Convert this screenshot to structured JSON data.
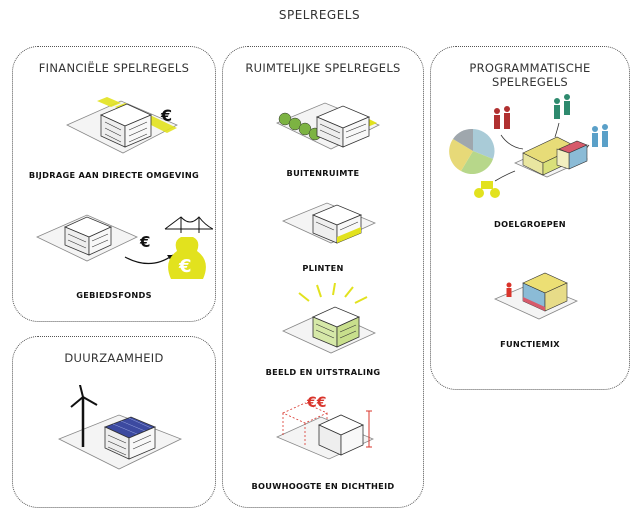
{
  "title": "SPELREGELS",
  "panels": {
    "financial": {
      "title": "FINANCIËLE SPELREGELS",
      "items": [
        "BIJDRAGE AAN DIRECTE OMGEVING",
        "GEBIEDSFONDS"
      ]
    },
    "sustainability": {
      "title": "DUURZAAMHEID"
    },
    "spatial": {
      "title": "RUIMTELIJKE SPELREGELS",
      "items": [
        "BUITENRUIMTE",
        "PLINTEN",
        "BEELD EN UITSTRALING",
        "BOUWHOOGTE EN DICHTHEID"
      ]
    },
    "programmatic": {
      "title": "PROGRAMMATISCHE SPELREGELS",
      "items": [
        "DOELGROEPEN",
        "FUNCTIEMIX"
      ]
    }
  },
  "symbols": {
    "euro": "€",
    "euro_pair": "€€"
  },
  "colors": {
    "accent_yellow": "#e2e21e",
    "accent_red": "#d9342b"
  }
}
